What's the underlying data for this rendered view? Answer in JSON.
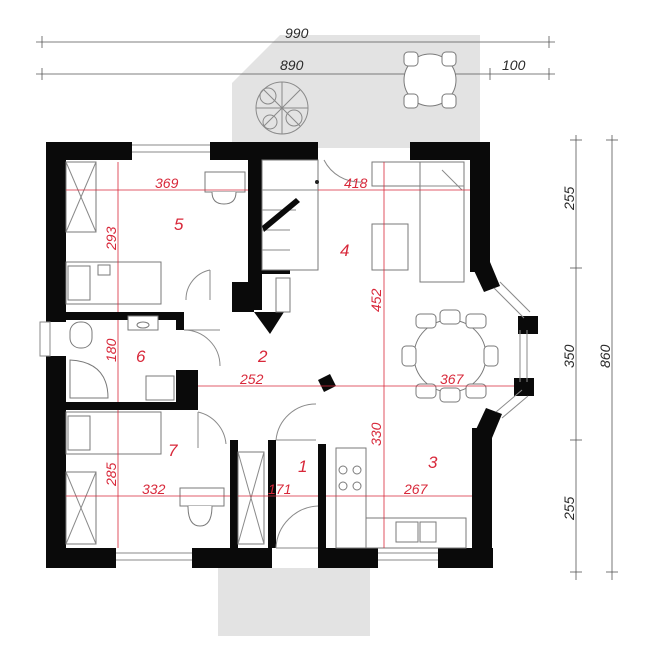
{
  "outer_dimensions": {
    "top_total": "990",
    "top_body": "890",
    "top_offset": "100",
    "right_parts": [
      "255",
      "350",
      "255"
    ],
    "right_total": "860"
  },
  "rooms": [
    {
      "number": "1"
    },
    {
      "number": "2"
    },
    {
      "number": "3"
    },
    {
      "number": "4"
    },
    {
      "number": "5"
    },
    {
      "number": "6"
    },
    {
      "number": "7"
    }
  ],
  "interior_dimensions": {
    "room5_width": "369",
    "room5_depth": "293",
    "room4_width": "418",
    "room4_depth": "452",
    "room6_depth": "180",
    "room2_width": "252",
    "room4_dining_width": "367",
    "room3_depth": "330",
    "room7_depth": "285",
    "room7_width": "332",
    "room1_width": "171",
    "room3_width": "267"
  },
  "colors": {
    "wall": "#0a0a0a",
    "dimension_text": "#d8283a",
    "terrace": "#e3e3e3"
  }
}
